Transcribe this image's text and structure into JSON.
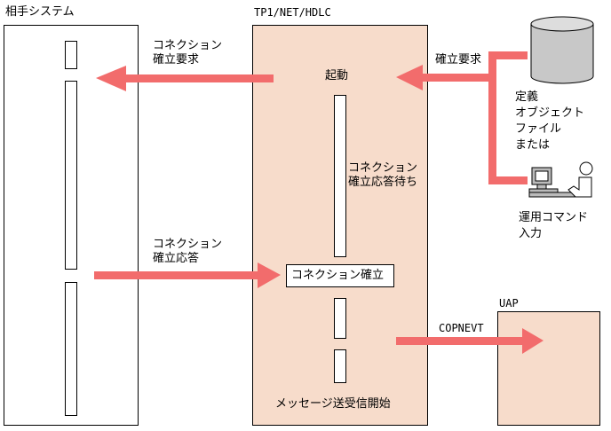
{
  "columns": {
    "partner": "相手システム",
    "tp1": "TP1/NET/HDLC",
    "uap": "UAP"
  },
  "labels": {
    "conn_request_line1": "コネクション",
    "conn_request_line2": "確立要求",
    "establish_request": "確立要求",
    "startup": "起動",
    "waiting_line1": "コネクション",
    "waiting_line2": "確立応答待ち",
    "conn_response_line1": "コネクション",
    "conn_response_line2": "確立応答",
    "conn_established": "コネクション確立",
    "copnevt": "COPNEVT",
    "msg_start": "メッセージ送受信開始",
    "def_line1": "定義",
    "def_line2": "オブジェクト",
    "def_line3": "ファイル",
    "def_line4": "または",
    "cmd_line1": "運用コマンド",
    "cmd_line2": "入力"
  },
  "colors": {
    "arrow": "#f26c6c",
    "tp1_fill": "#f7dccb",
    "db_fill": "#c8c8c8",
    "pc_fill": "#bbbbbb"
  },
  "icons": {
    "database": "database-cylinder-icon",
    "operator": "operator-at-computer-icon"
  }
}
